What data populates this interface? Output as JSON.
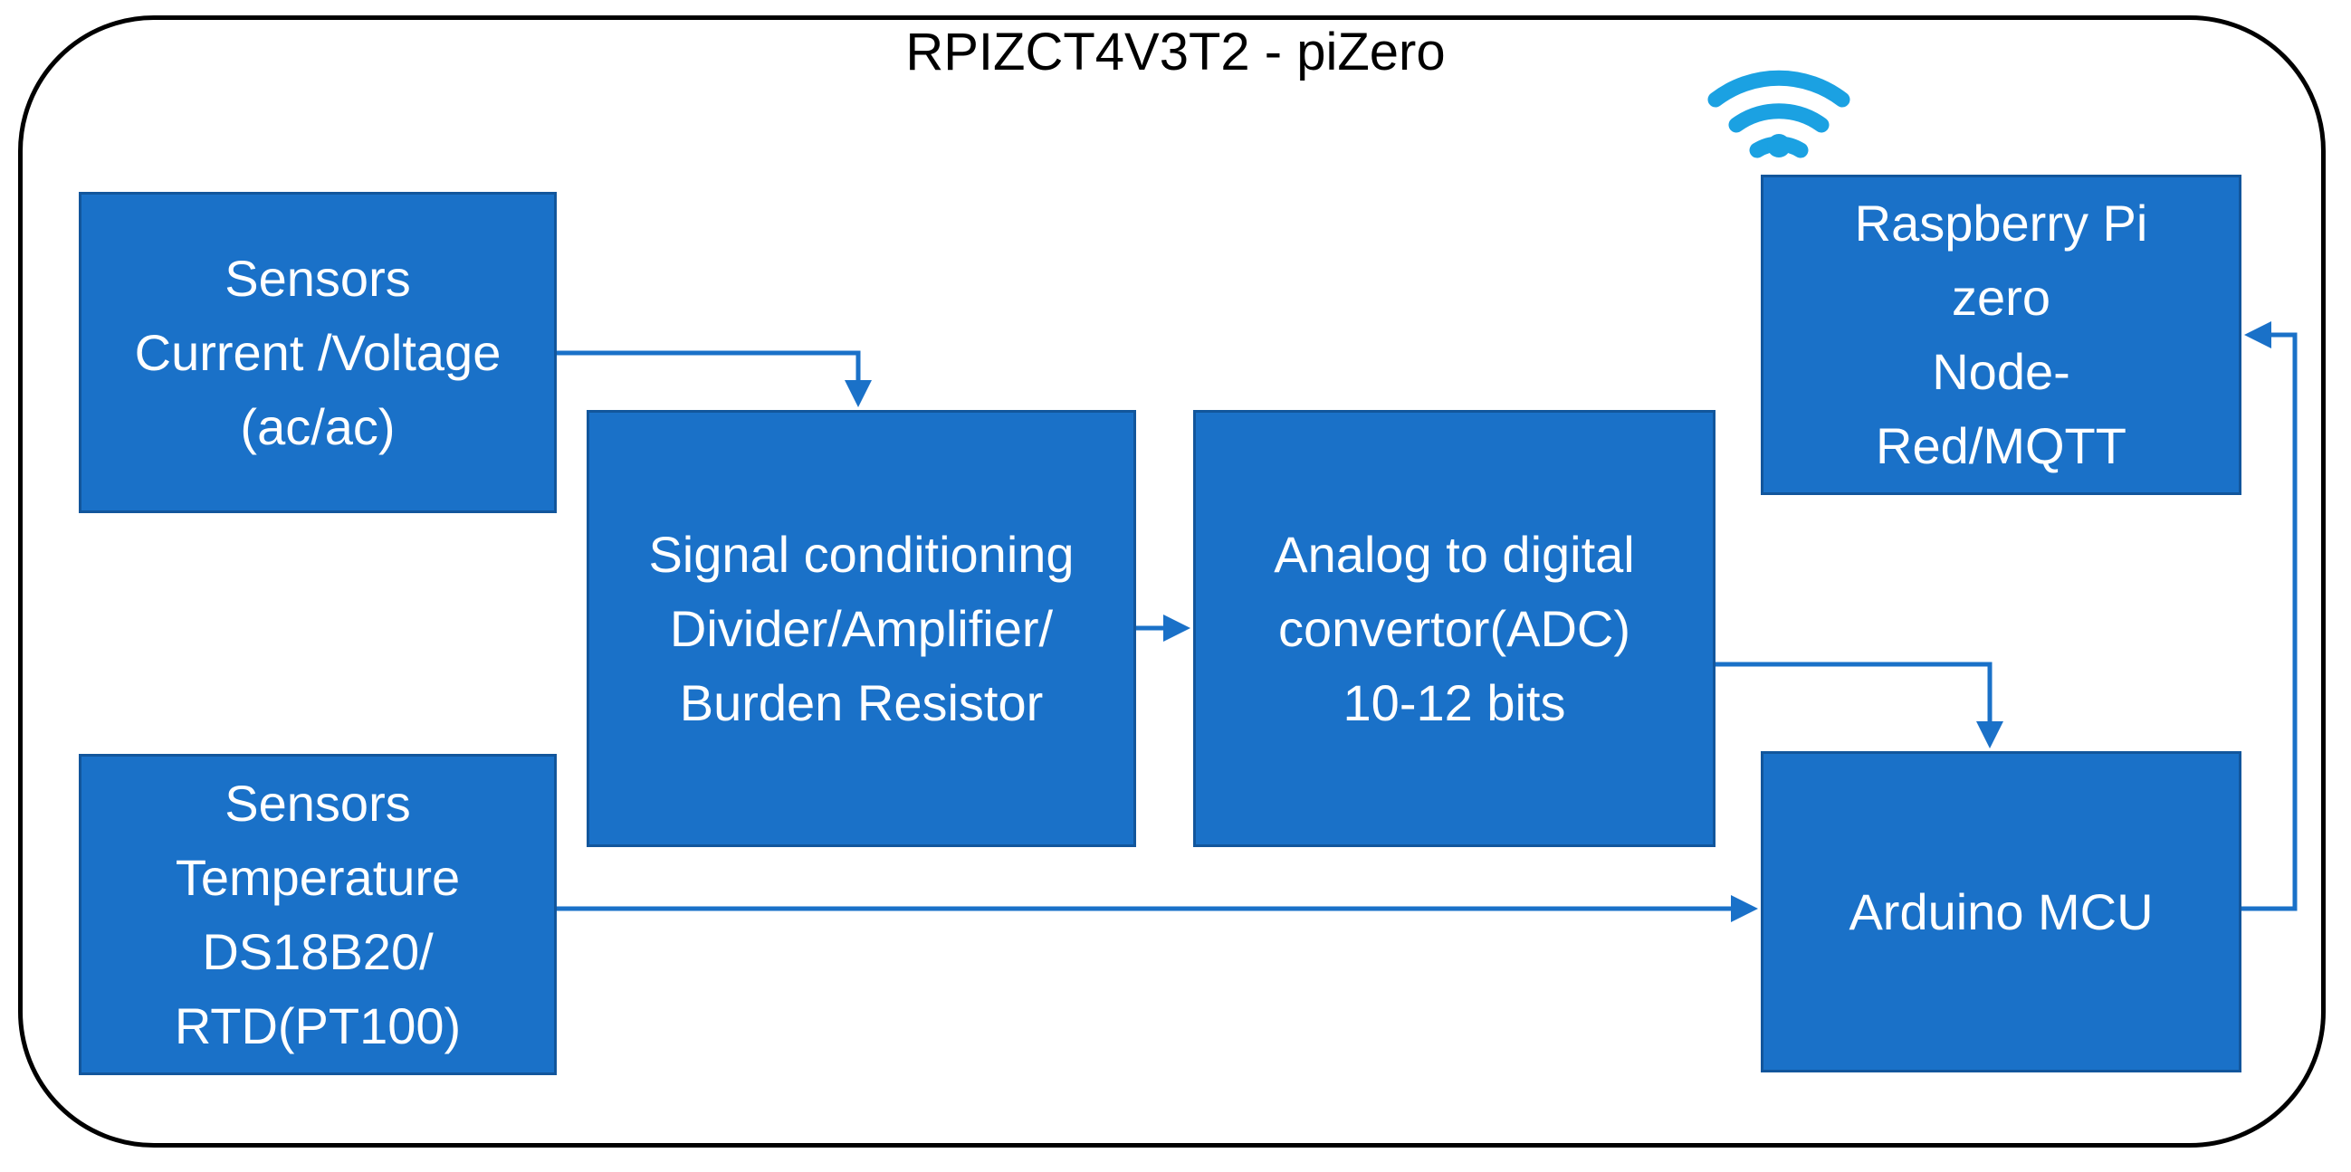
{
  "title": "RPIZCT4V3T2 - piZero",
  "colors": {
    "block_fill": "#1a71c8",
    "block_text": "#ffffff",
    "arrow": "#1a71c8",
    "wifi": "#1ba1e2",
    "frame": "#000000"
  },
  "blocks": {
    "sensors_cv": {
      "lines": [
        "Sensors",
        "Current /Voltage",
        "(ac/ac)"
      ]
    },
    "sensors_temp": {
      "lines": [
        "Sensors",
        "Temperature",
        "DS18B20/",
        "RTD(PT100)"
      ]
    },
    "signal": {
      "lines": [
        "Signal conditioning",
        "Divider/Amplifier/",
        "Burden Resistor"
      ]
    },
    "adc": {
      "lines": [
        "Analog to digital",
        "convertor(ADC)",
        "10-12 bits"
      ]
    },
    "rpi": {
      "lines": [
        "Raspberry Pi",
        "zero",
        "Node-",
        "Red/MQTT"
      ]
    },
    "arduino": {
      "lines": [
        "Arduino MCU"
      ]
    }
  },
  "icons": {
    "wifi": "wifi-icon"
  }
}
